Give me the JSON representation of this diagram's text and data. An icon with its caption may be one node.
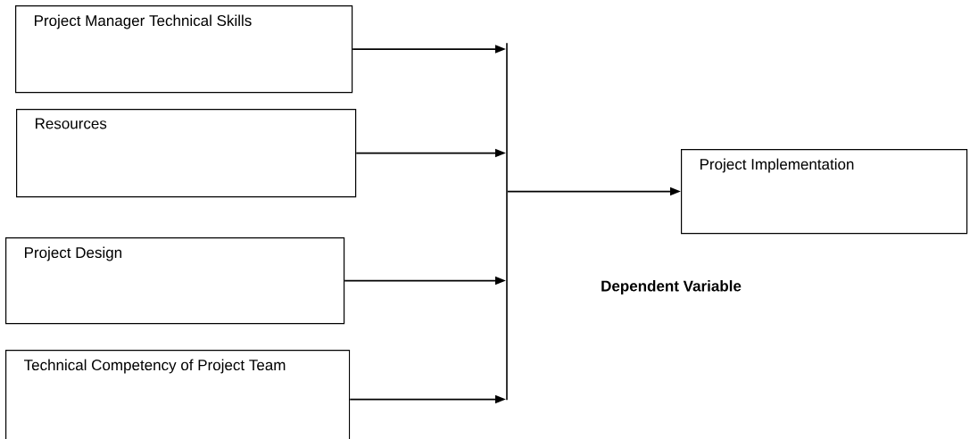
{
  "diagram": {
    "nodes": [
      {
        "text": [
          "Project Manager Technical Skills"
        ]
      },
      {
        "text": [
          "Resources"
        ]
      },
      {
        "text": [
          "Project Design"
        ]
      },
      {
        "text": [
          "Technical Competency of Project Team"
        ]
      },
      {
        "text": [],
        "shape": "bar"
      },
      {
        "text": [
          "Project Implementation"
        ]
      }
    ],
    "edges": [
      {
        "from": 0,
        "to": 4,
        "arrow": "to"
      },
      {
        "from": 1,
        "to": 4,
        "arrow": "to"
      },
      {
        "from": 2,
        "to": 4,
        "arrow": "to"
      },
      {
        "from": 3,
        "to": 4,
        "arrow": "to"
      },
      {
        "from": 4,
        "to": 5,
        "arrow": "to"
      }
    ],
    "labels": [
      "**Dependent Variable**"
    ]
  }
}
